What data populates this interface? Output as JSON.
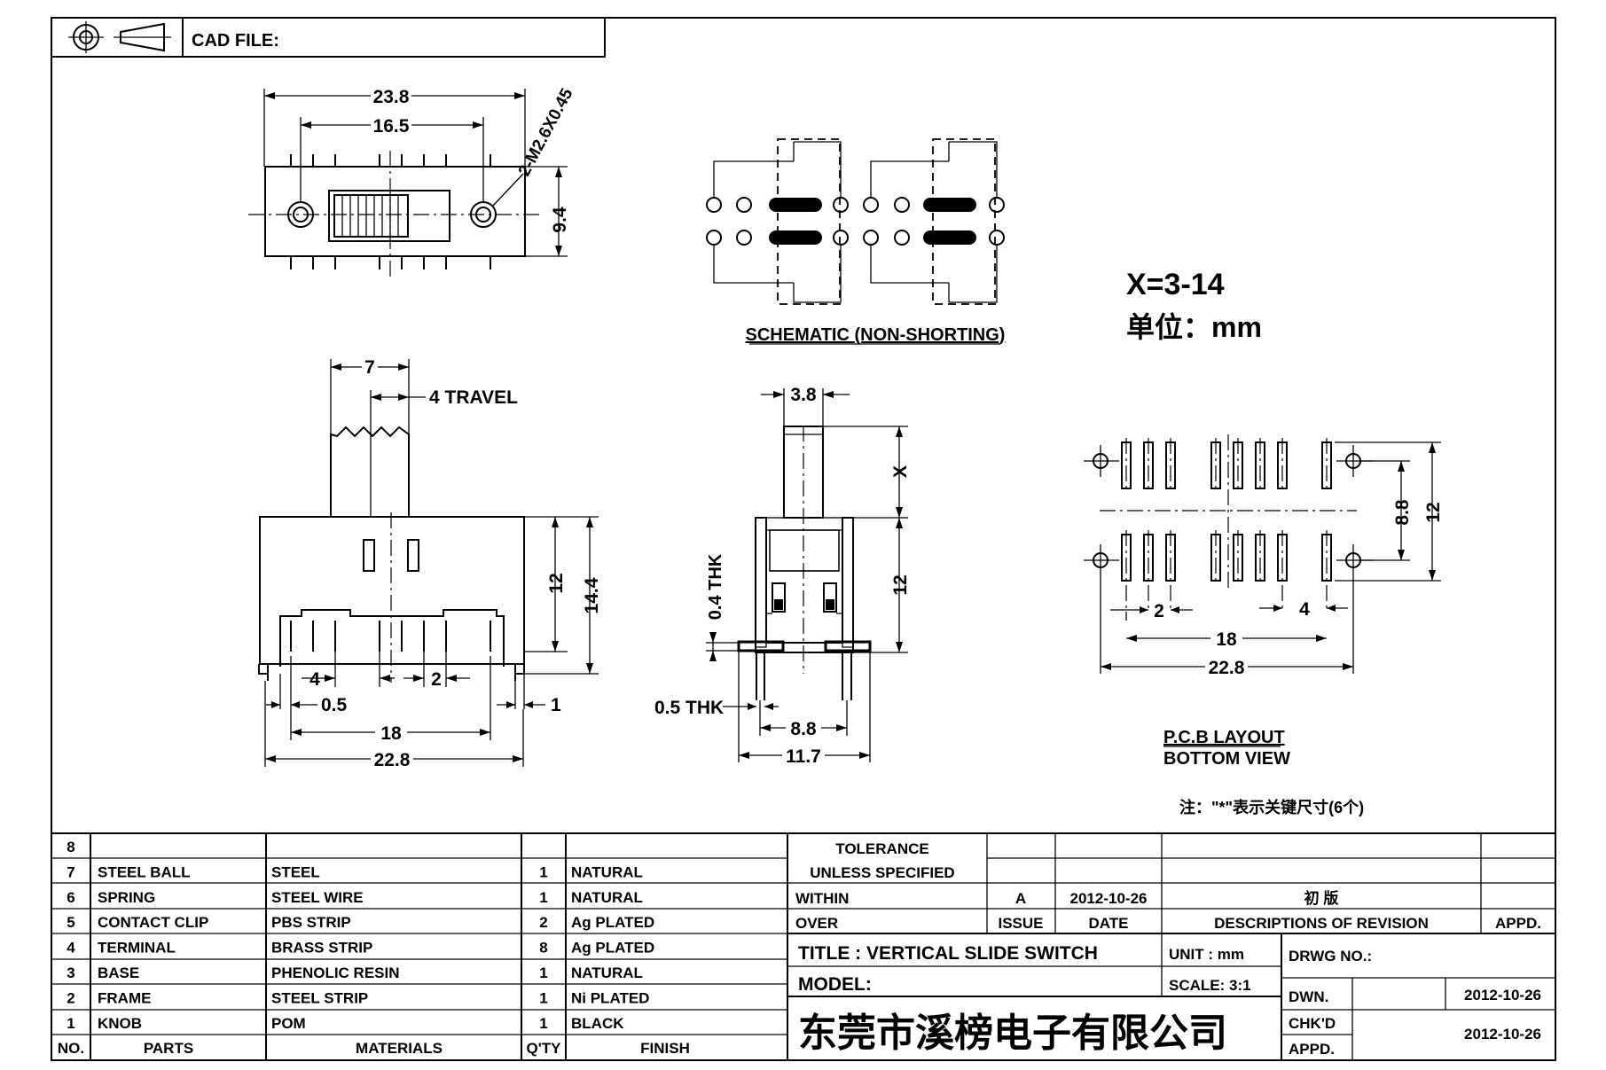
{
  "header": {
    "cad_file_label": "CAD FILE:"
  },
  "top_view": {
    "dim_overall": "23.8",
    "dim_holes": "16.5",
    "dim_height": "9.4",
    "dim_screw": "2-M2.6X0.45"
  },
  "schematic": {
    "label": "SCHEMATIC (NON-SHORTING)"
  },
  "notes": {
    "x_range": "X=3-14",
    "unit": "单位：mm",
    "footnote": "注：\"*\"表示关键尺寸(6个)"
  },
  "side_view": {
    "dim_knob": "7",
    "dim_travel": "4 TRAVEL",
    "dim_12": "12",
    "dim_14_4": "14.4",
    "dim_4": "4",
    "dim_2": "2",
    "dim_0_5": "0.5",
    "dim_1": "1",
    "dim_18": "18",
    "dim_22_8": "22.8"
  },
  "end_view": {
    "dim_3_8": "3.8",
    "dim_x": "X",
    "dim_12": "12",
    "dim_0_4thk": "0.4 THK",
    "dim_0_5thk": "0.5 THK",
    "dim_8_8": "8.8",
    "dim_11_7": "11.7"
  },
  "pcb": {
    "label1": "P.C.B LAYOUT",
    "label2": "BOTTOM VIEW",
    "dim_2": "2",
    "dim_4": "4",
    "dim_18": "18",
    "dim_22_8": "22.8",
    "dim_8_8": "8.8",
    "dim_12": "12"
  },
  "parts_table": {
    "headers": [
      "NO.",
      "PARTS",
      "MATERIALS",
      "Q'TY",
      "FINISH"
    ],
    "rows": [
      [
        "8",
        "",
        "",
        "",
        ""
      ],
      [
        "7",
        "STEEL BALL",
        "STEEL",
        "1",
        "NATURAL"
      ],
      [
        "6",
        "SPRING",
        "STEEL WIRE",
        "1",
        "NATURAL"
      ],
      [
        "5",
        "CONTACT CLIP",
        "PBS STRIP",
        "2",
        "Ag PLATED"
      ],
      [
        "4",
        "TERMINAL",
        "BRASS STRIP",
        "8",
        "Ag PLATED"
      ],
      [
        "3",
        "BASE",
        "PHENOLIC RESIN",
        "1",
        "NATURAL"
      ],
      [
        "2",
        "FRAME",
        "STEEL STRIP",
        "1",
        "Ni PLATED"
      ],
      [
        "1",
        "KNOB",
        "POM",
        "1",
        "BLACK"
      ]
    ]
  },
  "title_block": {
    "tolerance": "TOLERANCE",
    "unless": "UNLESS SPECIFIED",
    "within": "WITHIN",
    "over": "OVER",
    "issue_value": "A",
    "date_value": "2012-10-26",
    "revision_value": "初 版",
    "issue_label": "ISSUE",
    "date_label": "DATE",
    "desc_label": "DESCRIPTIONS OF REVISION",
    "appd_label": "APPD.",
    "title": "TITLE :  VERTICAL SLIDE SWITCH",
    "unit": "UNIT :  mm",
    "drwg_no": "DRWG NO.:",
    "model": "MODEL:",
    "scale": "SCALE:  3:1",
    "dwn_label": "DWN.",
    "dwn_date": "2012-10-26",
    "chkd_label": "CHK'D",
    "chkd_date": "2012-10-26",
    "appd2_label": "APPD.",
    "company": "东莞市溪榜电子有限公司"
  }
}
